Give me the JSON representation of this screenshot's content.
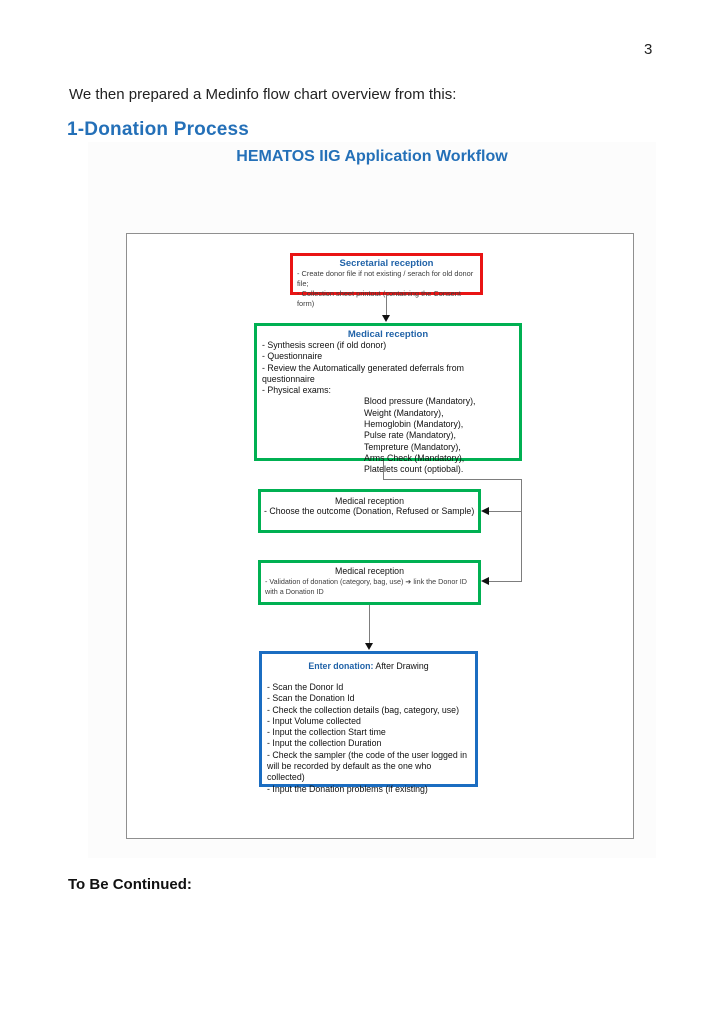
{
  "page": {
    "number": "3",
    "intro": "We then prepared a Medinfo flow chart overview from this:",
    "heading": "1-Donation Process",
    "footer": "To Be Continued:"
  },
  "figure": {
    "title": "HEMATOS IIG Application Workflow",
    "colors": {
      "heading_blue": "#2470B8",
      "box_title_blue": "#2163A8",
      "red_border": "#E91414",
      "green_border": "#00B052",
      "blue_border": "#1B6DC1"
    },
    "boxes": {
      "secretarial": {
        "title": "Secretarial reception",
        "items": [
          "- Create donor file if not existing / serach for old donor file;",
          "- Collection sheet printout (containing the Consent form)"
        ]
      },
      "medical1": {
        "title": "Medical reception",
        "items": [
          "- Synthesis screen (if old donor)",
          "- Questionnaire",
          "- Review the Automatically generated deferrals from questionnaire",
          "- Physical exams:"
        ],
        "exams": [
          "Blood pressure (Mandatory),",
          "Weight (Mandatory),",
          "Hemoglobin (Mandatory),",
          "Pulse rate (Mandatory),",
          "Tempreture (Mandatory),",
          "Arms Check (Mandatory),",
          "Platelets count (optiobal)."
        ]
      },
      "medical2": {
        "title": "Medical reception",
        "items": [
          "- Choose the outcome (Donation, Refused or Sample)"
        ]
      },
      "medical3": {
        "title": "Medical reception",
        "items": [
          "- Validation of donation (category, bag, use) ➔ link the Donor ID with a Donation ID"
        ]
      },
      "enter_donation": {
        "title": "Enter donation:",
        "subtitle": " After Drawing",
        "items": [
          "- Scan the Donor Id",
          "- Scan the Donation Id",
          "- Check the collection details (bag, category, use)",
          "- Input Volume collected",
          "- Input the collection Start time",
          "- Input the collection Duration",
          "- Check the sampler (the code of the user logged in will be recorded by default as the one who collected)",
          "- Input the Donation problems (if existing)"
        ]
      }
    }
  }
}
